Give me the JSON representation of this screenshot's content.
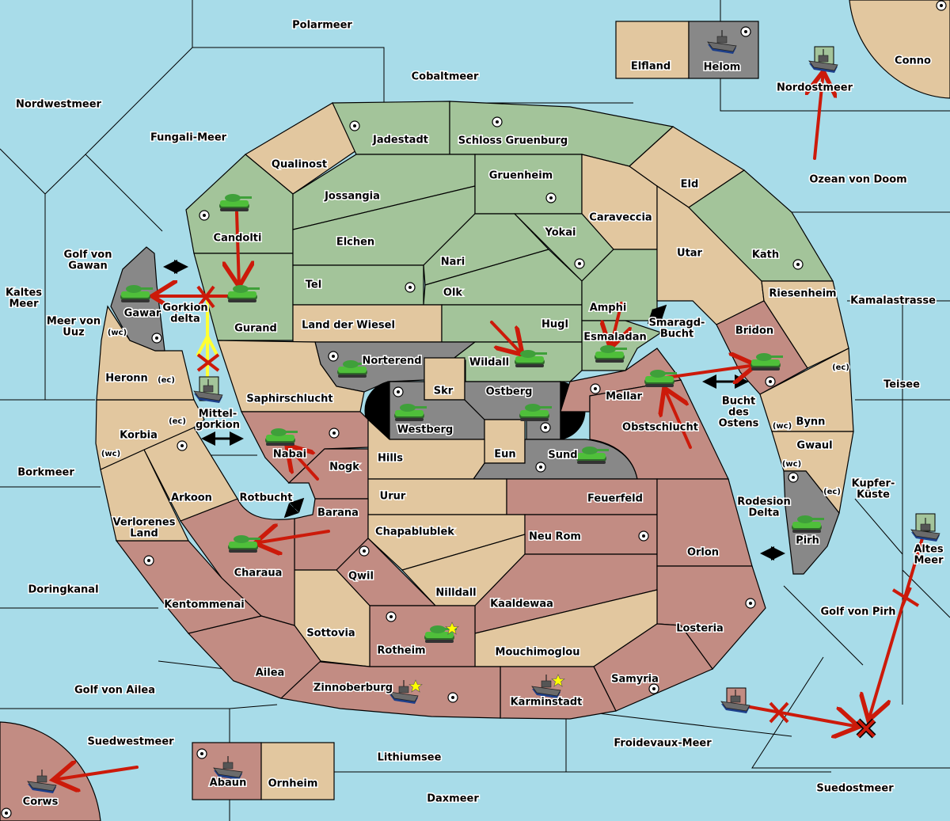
{
  "map": {
    "colors": {
      "sea": "#a8dce9",
      "neutral": "#e2c79f",
      "power_green": "#a3c49a",
      "power_gray": "#888888",
      "power_red": "#c28c83",
      "order_arrow": "#cc1a0a",
      "support_line": "#ffff33",
      "supply_star": "#ffff00"
    },
    "seas": [
      {
        "id": "polarmeer",
        "name": "Polarmeer"
      },
      {
        "id": "cobaltmeer",
        "name": "Cobaltmeer"
      },
      {
        "id": "nordwestmeer",
        "name": "Nordwestmeer"
      },
      {
        "id": "fungali",
        "name": "Fungali-Meer"
      },
      {
        "id": "nordostmeer",
        "name": "Nordostmeer"
      },
      {
        "id": "ozean",
        "name": "Ozean von Doom"
      },
      {
        "id": "golfgawan",
        "name": "Golf von Gawan"
      },
      {
        "id": "kaltes",
        "name": "Kaltes Meer"
      },
      {
        "id": "uuz",
        "name": "Meer von Uuz"
      },
      {
        "id": "gorkiondelta",
        "name": "Gorkion delta"
      },
      {
        "id": "mittelgorkion",
        "name": "Mittel-gorkion"
      },
      {
        "id": "borkmeer",
        "name": "Borkmeer"
      },
      {
        "id": "rotbucht",
        "name": "Rotbucht"
      },
      {
        "id": "doringkanal",
        "name": "Doringkanal"
      },
      {
        "id": "golfailea",
        "name": "Golf von Ailea"
      },
      {
        "id": "suedwestmeer",
        "name": "Suedwestmeer"
      },
      {
        "id": "lithiumsee",
        "name": "Lithiumsee"
      },
      {
        "id": "daxmeer",
        "name": "Daxmeer"
      },
      {
        "id": "froidevaux",
        "name": "Froidevaux-Meer"
      },
      {
        "id": "suedostmeer",
        "name": "Suedostmeer"
      },
      {
        "id": "golfpirh",
        "name": "Golf von Pirh"
      },
      {
        "id": "altesmeer",
        "name": "Altes Meer"
      },
      {
        "id": "kupfer",
        "name": "Kupfer-Küste"
      },
      {
        "id": "teisee",
        "name": "Teisee"
      },
      {
        "id": "kamala",
        "name": "Kamalastrasse"
      },
      {
        "id": "smaragd",
        "name": "Smaragd-Bucht"
      },
      {
        "id": "buchtostens",
        "name": "Bucht des Ostens"
      },
      {
        "id": "rodesion",
        "name": "Rodesion Delta"
      }
    ],
    "territories": [
      {
        "id": "elfland",
        "name": "Elfland",
        "owner": "neutral"
      },
      {
        "id": "helom",
        "name": "Helom",
        "owner": "gray",
        "supply_center": true
      },
      {
        "id": "conno",
        "name": "Conno",
        "owner": "neutral",
        "supply_center": true
      },
      {
        "id": "jadestadt",
        "name": "Jadestadt",
        "owner": "green",
        "supply_center": true
      },
      {
        "id": "schloss",
        "name": "Schloss Gruenburg",
        "owner": "green",
        "supply_center": true
      },
      {
        "id": "qualinost",
        "name": "Qualinost",
        "owner": "neutral"
      },
      {
        "id": "jossangia",
        "name": "Jossangia",
        "owner": "green"
      },
      {
        "id": "gruenheim",
        "name": "Gruenheim",
        "owner": "green",
        "supply_center": true
      },
      {
        "id": "caraveccia",
        "name": "Caraveccia",
        "owner": "neutral"
      },
      {
        "id": "eld",
        "name": "Eld",
        "owner": "neutral"
      },
      {
        "id": "candolti",
        "name": "Candolti",
        "owner": "green",
        "supply_center": true
      },
      {
        "id": "elchen",
        "name": "Elchen",
        "owner": "green"
      },
      {
        "id": "yokai",
        "name": "Yokai",
        "owner": "green",
        "supply_center": true
      },
      {
        "id": "nari",
        "name": "Nari",
        "owner": "green"
      },
      {
        "id": "utar",
        "name": "Utar",
        "owner": "neutral"
      },
      {
        "id": "kath",
        "name": "Kath",
        "owner": "green",
        "supply_center": true
      },
      {
        "id": "tel",
        "name": "Tel",
        "owner": "green",
        "supply_center": true
      },
      {
        "id": "olk",
        "name": "Olk",
        "owner": "green"
      },
      {
        "id": "gurand",
        "name": "Gurand",
        "owner": "green"
      },
      {
        "id": "amphi",
        "name": "Amphi",
        "owner": "green"
      },
      {
        "id": "riesenheim",
        "name": "Riesenheim",
        "owner": "neutral"
      },
      {
        "id": "gawar",
        "name": "Gawar",
        "owner": "gray",
        "supply_center": true
      },
      {
        "id": "landwiesel",
        "name": "Land der Wiesel",
        "owner": "neutral"
      },
      {
        "id": "hugl",
        "name": "Hugl",
        "owner": "green"
      },
      {
        "id": "esmaladan",
        "name": "Esmaladan",
        "owner": "green"
      },
      {
        "id": "bridon",
        "name": "Bridon",
        "owner": "red",
        "supply_center": true
      },
      {
        "id": "norterend",
        "name": "Norterend",
        "owner": "gray",
        "supply_center": true
      },
      {
        "id": "wildall",
        "name": "Wildall",
        "owner": "green"
      },
      {
        "id": "heronn",
        "name": "Heronn",
        "owner": "neutral",
        "coasts": [
          "(wc)",
          "(ec)"
        ]
      },
      {
        "id": "skr",
        "name": "Skr",
        "owner": "neutral"
      },
      {
        "id": "ostberg",
        "name": "Ostberg",
        "owner": "gray",
        "supply_center": true
      },
      {
        "id": "mellar",
        "name": "Mellar",
        "owner": "red",
        "supply_center": true
      },
      {
        "id": "saphirschlucht",
        "name": "Saphirschlucht",
        "owner": "neutral"
      },
      {
        "id": "westberg",
        "name": "Westberg",
        "owner": "gray",
        "supply_center": true
      },
      {
        "id": "obstschlucht",
        "name": "Obstschlucht",
        "owner": "red"
      },
      {
        "id": "bynn",
        "name": "Bynn",
        "owner": "neutral",
        "coasts": [
          "(wc)",
          "(ec)"
        ]
      },
      {
        "id": "korbia",
        "name": "Korbia",
        "owner": "neutral",
        "coasts": [
          "(ec)",
          "(wc)"
        ],
        "supply_center": true
      },
      {
        "id": "nabai",
        "name": "Nabai",
        "owner": "red",
        "supply_center": true
      },
      {
        "id": "eun",
        "name": "Eun",
        "owner": "neutral"
      },
      {
        "id": "sund",
        "name": "Sund",
        "owner": "gray",
        "supply_center": true
      },
      {
        "id": "hills",
        "name": "Hills",
        "owner": "neutral"
      },
      {
        "id": "nogk",
        "name": "Nogk",
        "owner": "red"
      },
      {
        "id": "gwaul",
        "name": "Gwaul",
        "owner": "neutral",
        "coasts": [
          "(wc)",
          "(ec)"
        ]
      },
      {
        "id": "arkoon",
        "name": "Arkoon",
        "owner": "neutral"
      },
      {
        "id": "urur",
        "name": "Urur",
        "owner": "neutral"
      },
      {
        "id": "feuerfeld",
        "name": "Feuerfeld",
        "owner": "red"
      },
      {
        "id": "barana",
        "name": "Barana",
        "owner": "red"
      },
      {
        "id": "verlorenes",
        "name": "Verlorenes Land",
        "owner": "neutral"
      },
      {
        "id": "chapablublek",
        "name": "Chapablublek",
        "owner": "neutral"
      },
      {
        "id": "neurom",
        "name": "Neu Rom",
        "owner": "red",
        "supply_center": true
      },
      {
        "id": "pirh",
        "name": "Pirh",
        "owner": "gray",
        "supply_center": true
      },
      {
        "id": "charaua",
        "name": "Charaua",
        "owner": "red"
      },
      {
        "id": "orlon",
        "name": "Orlon",
        "owner": "red"
      },
      {
        "id": "qwil",
        "name": "Qwil",
        "owner": "red",
        "supply_center": true
      },
      {
        "id": "nilldall",
        "name": "Nilldall",
        "owner": "neutral"
      },
      {
        "id": "kentommenai",
        "name": "Kentommenai",
        "owner": "red",
        "supply_center": true
      },
      {
        "id": "kaaldewaa",
        "name": "Kaaldewaa",
        "owner": "red"
      },
      {
        "id": "losteria",
        "name": "Losteria",
        "owner": "red",
        "supply_center": true
      },
      {
        "id": "sottovia",
        "name": "Sottovia",
        "owner": "neutral"
      },
      {
        "id": "rotheim",
        "name": "Rotheim",
        "owner": "red",
        "supply_center": true
      },
      {
        "id": "mouchimoglou",
        "name": "Mouchimoglou",
        "owner": "neutral"
      },
      {
        "id": "ailea",
        "name": "Ailea",
        "owner": "red"
      },
      {
        "id": "samyria",
        "name": "Samyria",
        "owner": "red"
      },
      {
        "id": "zinnoberburg",
        "name": "Zinnoberburg",
        "owner": "red",
        "supply_center": true
      },
      {
        "id": "karminstadt",
        "name": "Karminstadt",
        "owner": "red",
        "supply_center": true
      },
      {
        "id": "abaun",
        "name": "Abaun",
        "owner": "red",
        "supply_center": true
      },
      {
        "id": "ornheim",
        "name": "Ornheim",
        "owner": "neutral"
      },
      {
        "id": "corws",
        "name": "Corws",
        "owner": "red",
        "supply_center": true
      }
    ],
    "units": [
      {
        "type": "army",
        "location": "Candolti"
      },
      {
        "type": "army",
        "location": "Gurand"
      },
      {
        "type": "army",
        "location": "Gawar"
      },
      {
        "type": "army",
        "location": "Norterend"
      },
      {
        "type": "army",
        "location": "Wildall"
      },
      {
        "type": "army",
        "location": "Esmaladan"
      },
      {
        "type": "army",
        "location": "Westberg"
      },
      {
        "type": "army",
        "location": "Ostberg"
      },
      {
        "type": "army",
        "location": "Sund"
      },
      {
        "type": "army",
        "location": "Mellar"
      },
      {
        "type": "army",
        "location": "Bridon"
      },
      {
        "type": "army",
        "location": "Nabai"
      },
      {
        "type": "army",
        "location": "Charaua"
      },
      {
        "type": "army",
        "location": "Pirh"
      },
      {
        "type": "army",
        "location": "Rotheim",
        "built": true
      },
      {
        "type": "fleet",
        "location": "Helom"
      },
      {
        "type": "fleet",
        "location": "Nordostmeer",
        "owner": "green"
      },
      {
        "type": "fleet",
        "location": "Mittel-gorkion",
        "owner": "green"
      },
      {
        "type": "fleet",
        "location": "Altes Meer",
        "owner": "green"
      },
      {
        "type": "fleet",
        "location": "Froidevaux-Meer",
        "owner": "red"
      },
      {
        "type": "fleet",
        "location": "Zinnoberburg",
        "built": true
      },
      {
        "type": "fleet",
        "location": "Karminstadt",
        "built": true
      },
      {
        "type": "fleet",
        "location": "Abaun"
      },
      {
        "type": "fleet",
        "location": "Corws"
      }
    ],
    "orders": [
      {
        "from": "Candolti",
        "to": "Gurand",
        "kind": "move"
      },
      {
        "from": "Gurand",
        "to": "Gawar",
        "kind": "move",
        "failed": true
      },
      {
        "from": "Mittel-gorkion",
        "to": "Gorkion delta",
        "kind": "support",
        "failed": true
      },
      {
        "from": "Ozean von Doom",
        "to": "Nordostmeer",
        "kind": "move"
      },
      {
        "from": "Hugl",
        "to": "Wildall",
        "kind": "move"
      },
      {
        "from": "Amphi",
        "to": "Esmaladan",
        "kind": "move"
      },
      {
        "from": "Mellar",
        "to": "Bridon",
        "kind": "move"
      },
      {
        "from": "Obstschlucht",
        "to": "Mellar",
        "kind": "move"
      },
      {
        "from": "Nogk",
        "to": "Nabai",
        "kind": "move"
      },
      {
        "from": "Barana",
        "to": "Charaua",
        "kind": "move"
      },
      {
        "from": "Suedwestmeer",
        "to": "Corws",
        "kind": "move"
      },
      {
        "from": "Altes Meer",
        "to": "Suedostmeer",
        "kind": "move",
        "failed": true
      },
      {
        "from": "Froidevaux-Meer",
        "to": "Suedostmeer",
        "kind": "move",
        "failed": true
      }
    ]
  }
}
